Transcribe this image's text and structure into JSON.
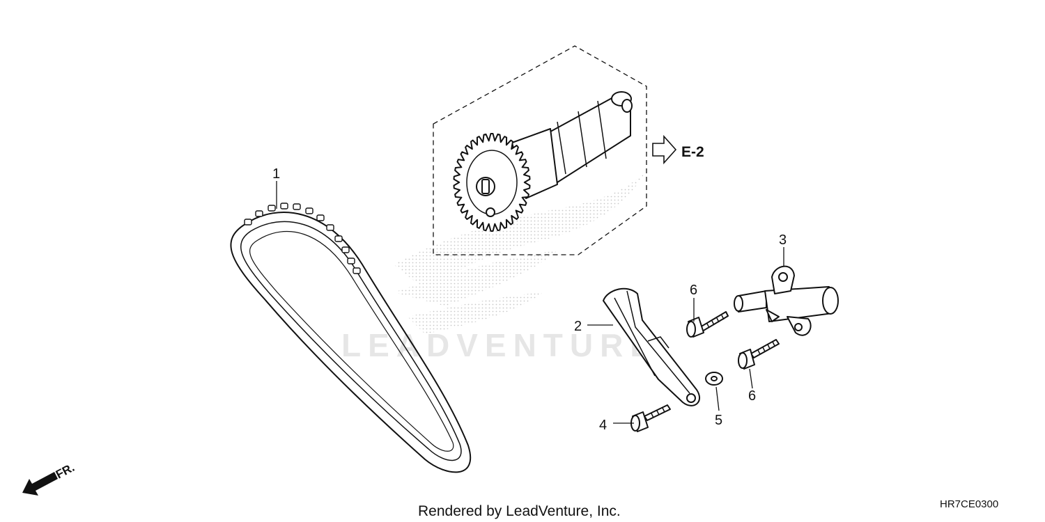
{
  "reference": {
    "label": "E-2"
  },
  "direction": {
    "label": "FR."
  },
  "callouts": [
    {
      "number": "1",
      "part": "cam chain"
    },
    {
      "number": "2",
      "part": "tensioner arm"
    },
    {
      "number": "3",
      "part": "tensioner lifter"
    },
    {
      "number": "4",
      "part": "bolt"
    },
    {
      "number": "5",
      "part": "washer"
    },
    {
      "number": "6",
      "part": "bolt"
    },
    {
      "number": "6",
      "part": "bolt"
    }
  ],
  "watermark": {
    "text": "LEADVENTURE"
  },
  "footer": {
    "credit": "Rendered by LeadVenture, Inc.",
    "diagram_code": "HR7CE0300"
  },
  "icons": [
    "camshaft-assembly",
    "cam-chain",
    "tensioner-arm",
    "tensioner-lifter",
    "flange-bolt",
    "washer",
    "hollow-arrow-icon",
    "front-arrow-icon",
    "watermark-wing-logo"
  ]
}
